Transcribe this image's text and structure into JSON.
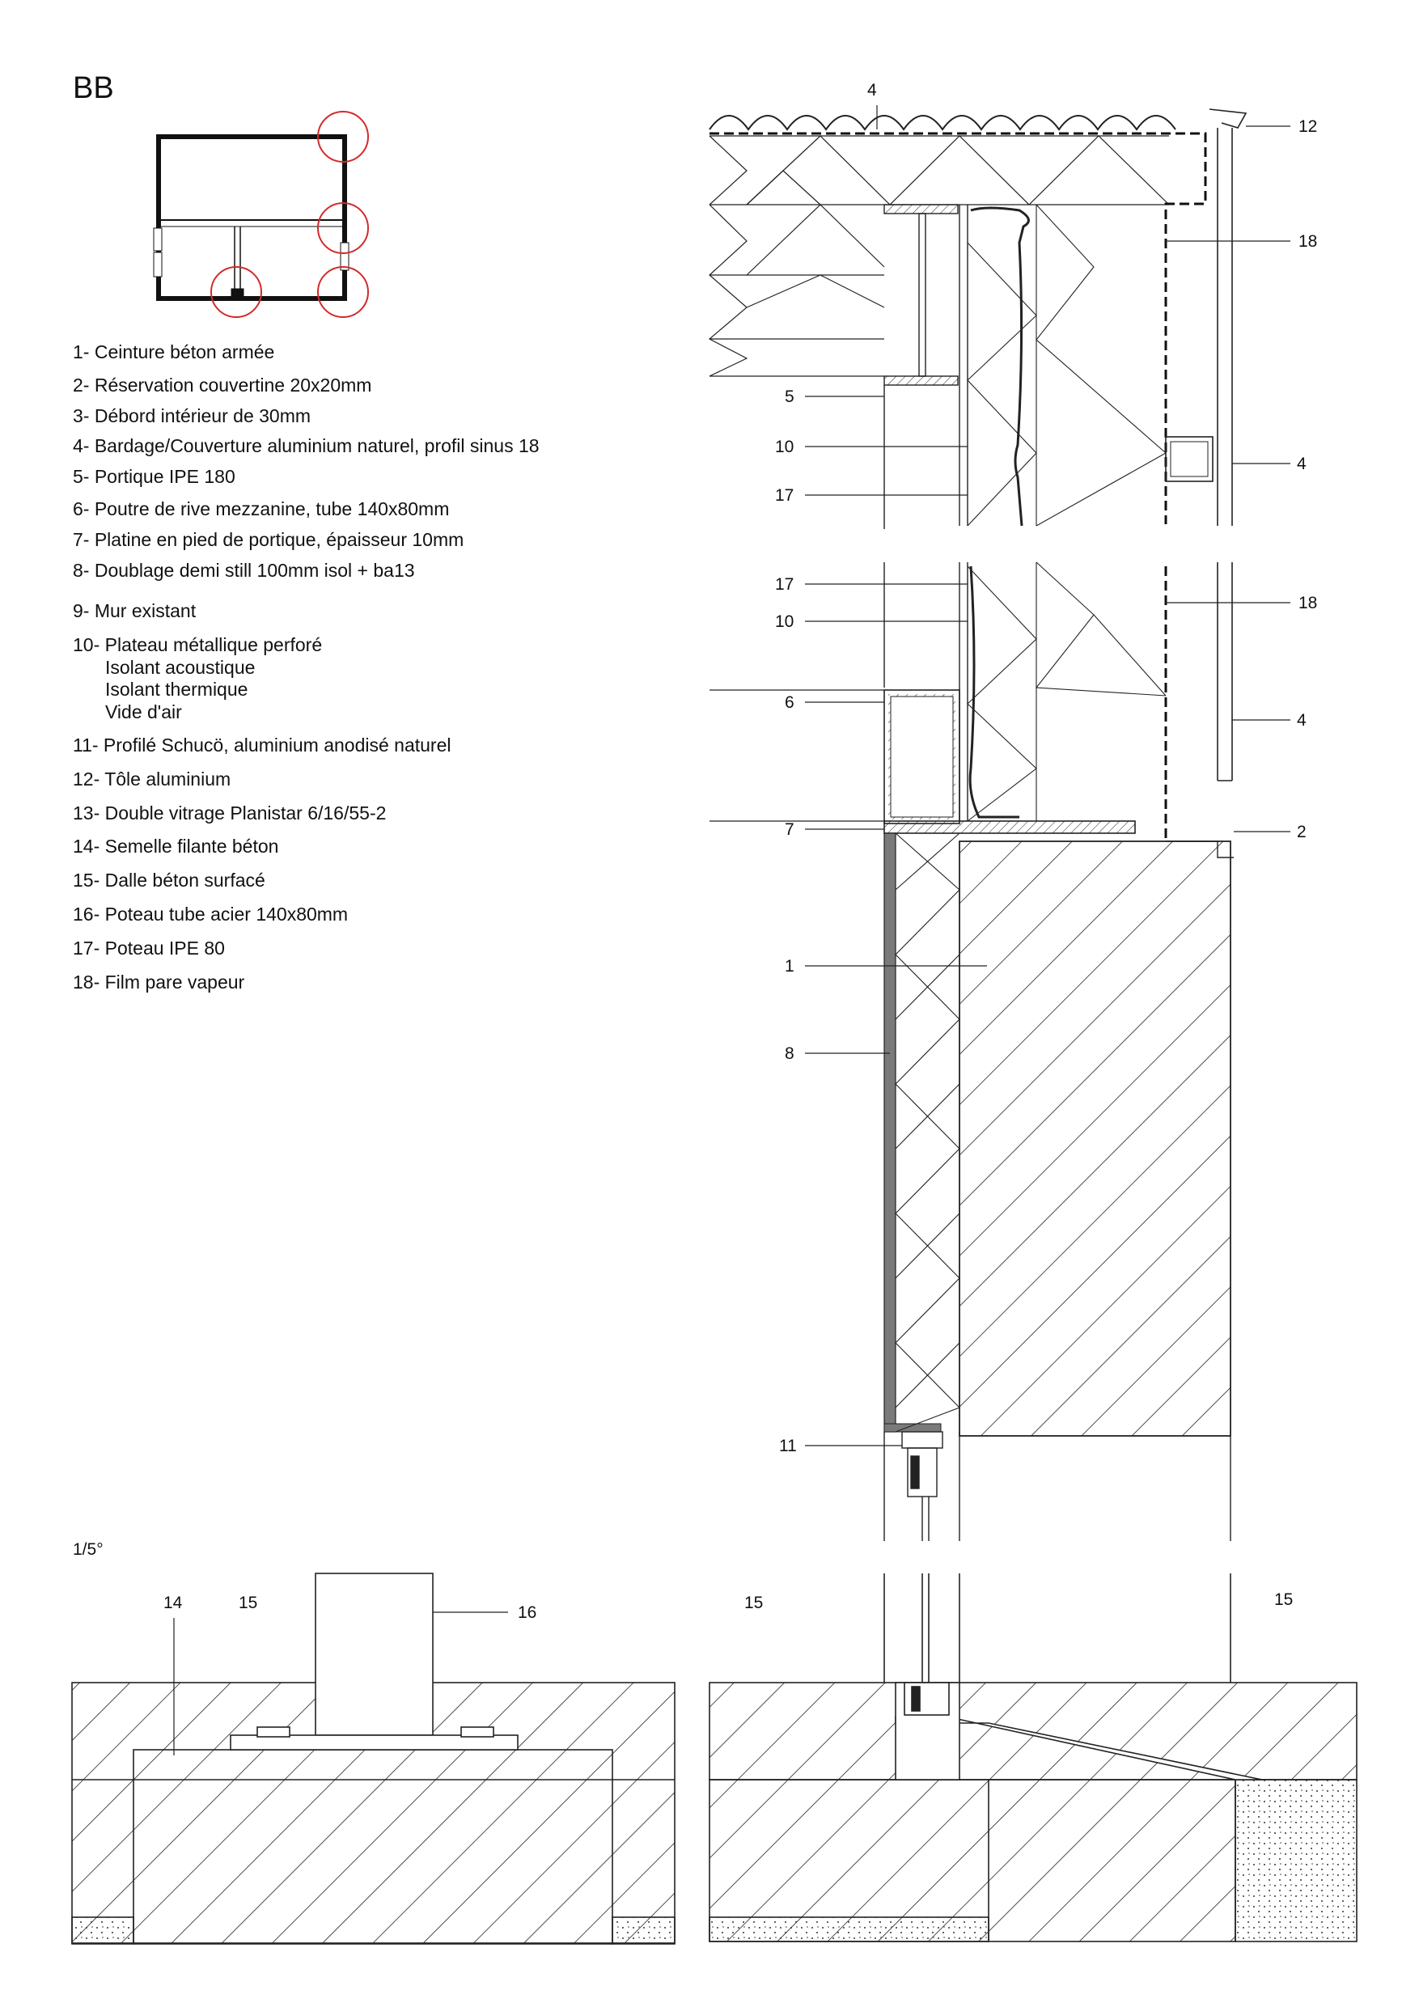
{
  "sheet": {
    "title": "BB",
    "scale": "1/5°"
  },
  "legend": [
    {
      "text": "1- Ceinture béton armée"
    },
    {
      "text": "2- Réservation couvertine 20x20mm"
    },
    {
      "text": "3- Débord intérieur de 30mm"
    },
    {
      "text": "4- Bardage/Couverture aluminium naturel, profil sinus 18"
    },
    {
      "text": "5- Portique IPE 180"
    },
    {
      "text": "6- Poutre de rive mezzanine, tube 140x80mm"
    },
    {
      "text": "7- Platine en pied de portique, épaisseur 10mm"
    },
    {
      "text": "8- Doublage demi still 100mm isol + ba13"
    },
    {
      "text": "9- Mur existant"
    },
    {
      "text": "10- Plateau métallique perforé",
      "sub": [
        "Isolant acoustique",
        "Isolant thermique",
        "Vide d'air"
      ]
    },
    {
      "text": "11- Profilé Schucö, aluminium anodisé naturel"
    },
    {
      "text": "12- Tôle aluminium"
    },
    {
      "text": "13- Double vitrage Planistar 6/16/55-2"
    },
    {
      "text": "14- Semelle filante béton"
    },
    {
      "text": "15- Dalle béton surfacé"
    },
    {
      "text": "16- Poteau tube acier 140x80mm"
    },
    {
      "text": "17- Poteau IPE 80"
    },
    {
      "text": "18- Film pare vapeur"
    }
  ],
  "callouts": {
    "c4_top": "4",
    "c12": "12",
    "c18_a": "18",
    "c5": "5",
    "c10_a": "10",
    "c17_a": "17",
    "c4_mid": "4",
    "c17_b": "17",
    "c10_b": "10",
    "c18_b": "18",
    "c6": "6",
    "c4_low": "4",
    "c7": "7",
    "c2": "2",
    "c1": "1",
    "c8": "8",
    "c11": "11",
    "c14": "14",
    "c15_a": "15",
    "c16": "16",
    "c15_b": "15",
    "c15_c": "15"
  },
  "colors": {
    "line": "#222222",
    "highlight": "#d42a2a",
    "lining": "#7a7a7a"
  }
}
